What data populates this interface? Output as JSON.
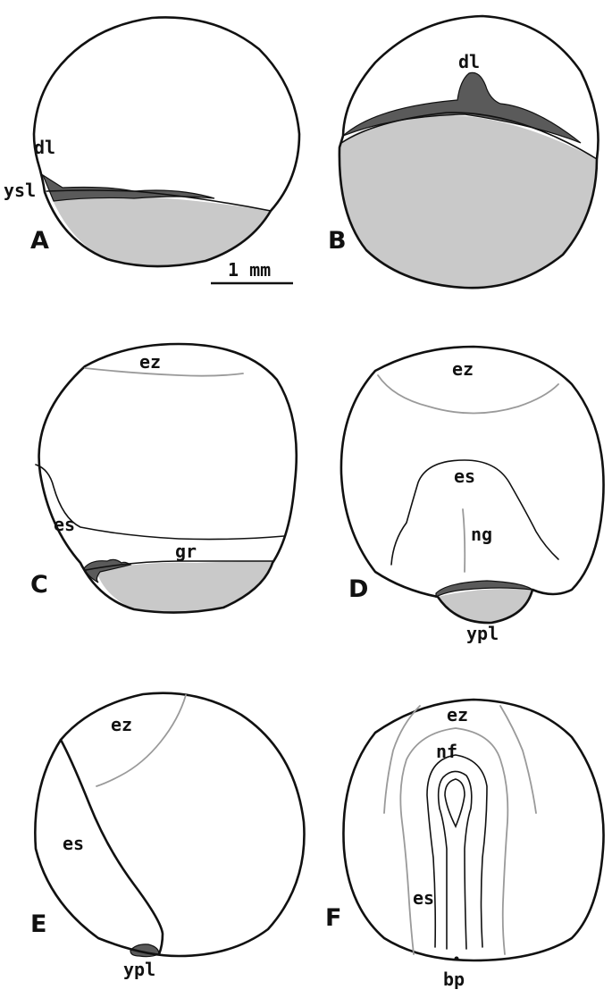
{
  "colors": {
    "yolk": "#c9c9c9",
    "dark_tissue": "#5a5a5a",
    "outline": "#111111",
    "grey_line": "#9a9a9a",
    "background": "#ffffff"
  },
  "scale_bar": {
    "label": "1 mm"
  },
  "panels": [
    {
      "letter": "A",
      "labels": {
        "dl": "dl",
        "ysl": "ysl"
      }
    },
    {
      "letter": "B",
      "labels": {
        "dl": "dl"
      }
    },
    {
      "letter": "C",
      "labels": {
        "ez": "ez",
        "es": "es",
        "gr": "gr"
      }
    },
    {
      "letter": "D",
      "labels": {
        "ez": "ez",
        "es": "es",
        "ng": "ng",
        "ypl": "ypl"
      }
    },
    {
      "letter": "E",
      "labels": {
        "ez": "ez",
        "es": "es",
        "ypl": "ypl"
      }
    },
    {
      "letter": "F",
      "labels": {
        "ez": "ez",
        "nf": "nf",
        "es": "es",
        "bp": "bp"
      }
    }
  ]
}
